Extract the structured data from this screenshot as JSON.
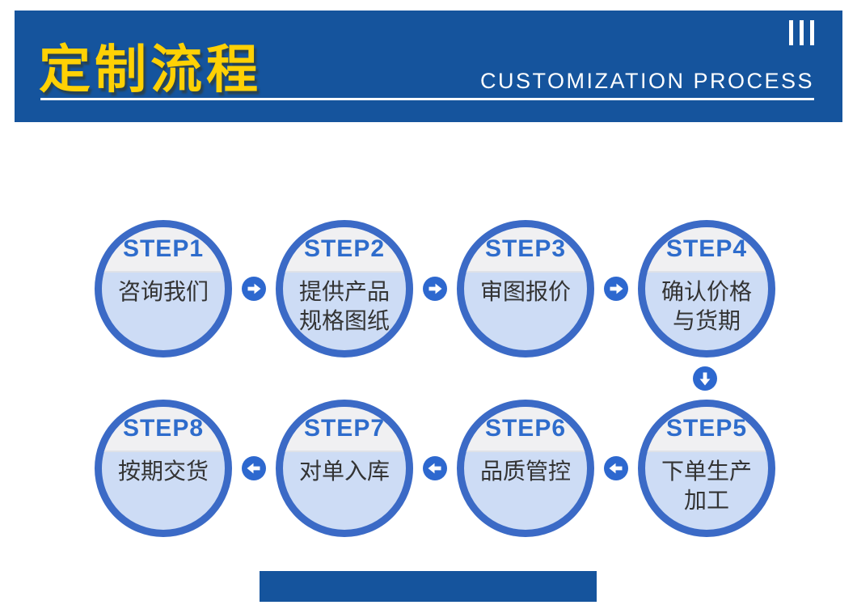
{
  "header": {
    "title": "定制流程",
    "subtitle": "CUSTOMIZATION PROCESS",
    "decoration_icon": "three-vertical-bars-icon",
    "bg_color": "#15549d",
    "title_color": "#ffd104",
    "subtitle_color": "#ffffff"
  },
  "flow": {
    "steps": [
      {
        "label": "STEP1",
        "line1": "咨询我们",
        "line2": ""
      },
      {
        "label": "STEP2",
        "line1": "提供产品",
        "line2": "规格图纸"
      },
      {
        "label": "STEP3",
        "line1": "审图报价",
        "line2": ""
      },
      {
        "label": "STEP4",
        "line1": "确认价格",
        "line2": "与货期"
      },
      {
        "label": "STEP5",
        "line1": "下单生产",
        "line2": "加工"
      },
      {
        "label": "STEP6",
        "line1": "品质管控",
        "line2": ""
      },
      {
        "label": "STEP7",
        "line1": "对单入库",
        "line2": ""
      },
      {
        "label": "STEP8",
        "line1": "按期交货",
        "line2": ""
      }
    ],
    "row1_order": [
      "STEP1",
      "STEP2",
      "STEP3",
      "STEP4"
    ],
    "row2_order": [
      "STEP8",
      "STEP7",
      "STEP6",
      "STEP5"
    ],
    "arrow_icons": {
      "right": "arrow-right-icon",
      "down": "arrow-down-icon",
      "left": "arrow-left-icon"
    },
    "colors": {
      "ring": "#3b6ac6",
      "circle_top_bg": "#f0f0f2",
      "circle_bottom_bg": "#cddcf5",
      "step_label": "#2e6ccc",
      "arrow_bg": "#2d68cf",
      "text": "#333333"
    }
  },
  "footer": {
    "bar_color": "#15549d"
  }
}
